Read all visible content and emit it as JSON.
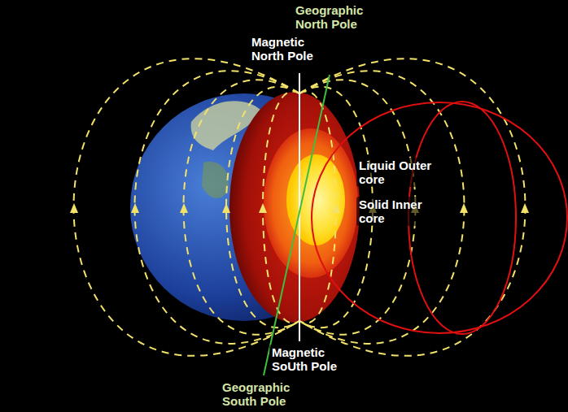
{
  "diagram": {
    "labels": [
      "Geographic North Pole",
      "Magnetic North Pole",
      "Liquid Outer core",
      "Solid Inner core",
      "Magnetic SoUth Pole",
      "Geographic South Pole"
    ]
  }
}
